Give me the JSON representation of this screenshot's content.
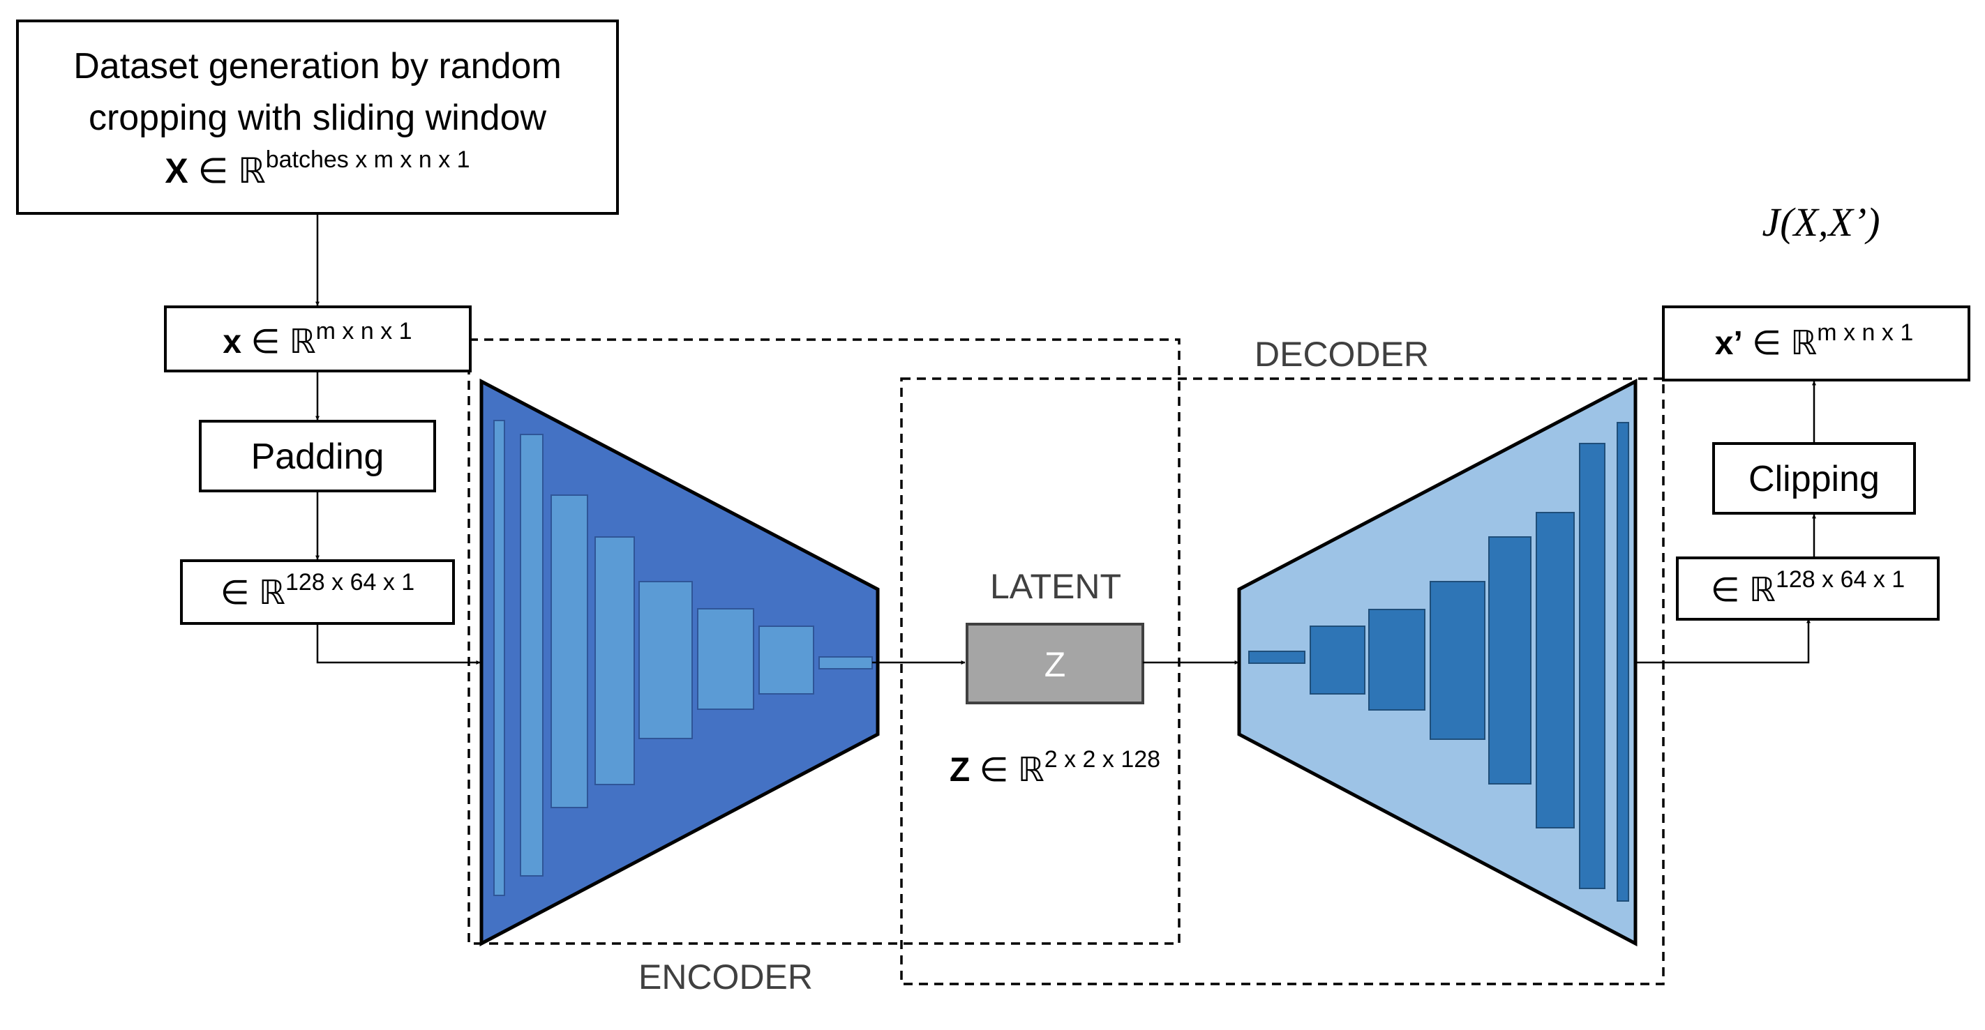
{
  "dataset": {
    "line1": "Dataset generation by random",
    "line2": "cropping with sliding window",
    "var": "X",
    "rel": " ∈ ℝ",
    "sup": "batches x m x n x 1"
  },
  "input": {
    "var": "x",
    "rel": " ∈ ℝ",
    "sup": "m x n x 1"
  },
  "padding": {
    "label": "Padding"
  },
  "padded": {
    "rel": "∈ ℝ",
    "sup": "128 x 64 x 1"
  },
  "encoder": {
    "label": "ENCODER",
    "color": "#4472C4",
    "layer_color": "#5B9BD5"
  },
  "latent": {
    "label": "LATENT",
    "z_label": "Z",
    "box_color": "#A5A5A5",
    "var": "Z",
    "rel": " ∈ ℝ",
    "sup": "2 x 2 x 128"
  },
  "decoder": {
    "label": "DECODER",
    "color": "#9DC3E6",
    "layer_color": "#2E75B6"
  },
  "decoded": {
    "rel": "∈ ℝ",
    "sup": "128 x 64 x 1"
  },
  "clipping": {
    "label": "Clipping"
  },
  "output": {
    "var": "x’",
    "rel": " ∈ ℝ",
    "sup": "m x n x 1"
  },
  "loss": {
    "label": "J(X,X’)"
  }
}
